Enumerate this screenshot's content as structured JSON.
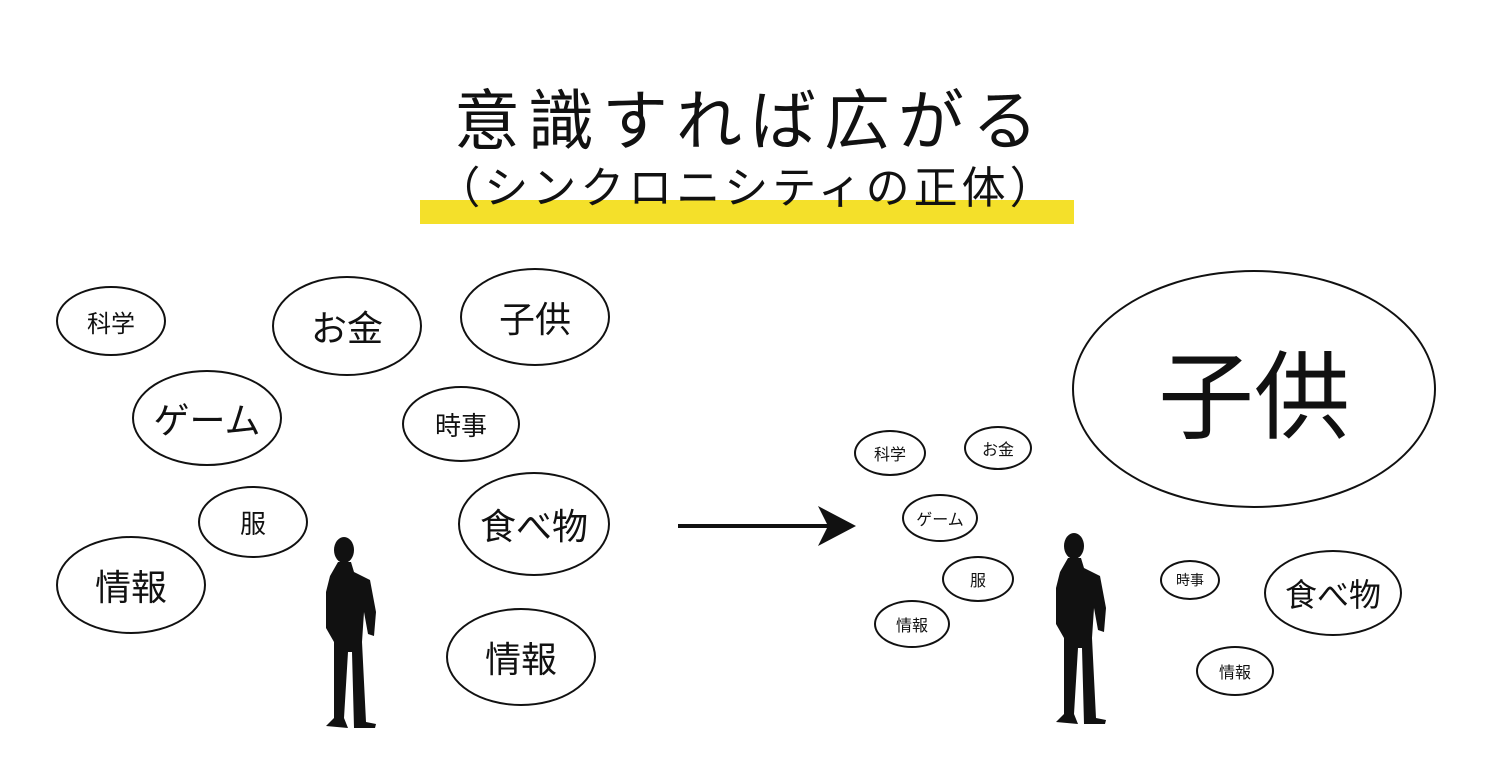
{
  "title": "意識すれば広がる",
  "subtitle": "（シンクロニシティの正体）",
  "colors": {
    "highlight": "#f4e02a",
    "ink": "#111111"
  },
  "before": {
    "bubbles": [
      "科学",
      "お金",
      "子供",
      "ゲーム",
      "時事",
      "服",
      "食べ物",
      "情報",
      "情報"
    ]
  },
  "arrow": "right-arrow-icon",
  "after": {
    "bubbles": [
      "子供",
      "科学",
      "お金",
      "ゲーム",
      "服",
      "時事",
      "食べ物",
      "情報",
      "情報"
    ]
  }
}
